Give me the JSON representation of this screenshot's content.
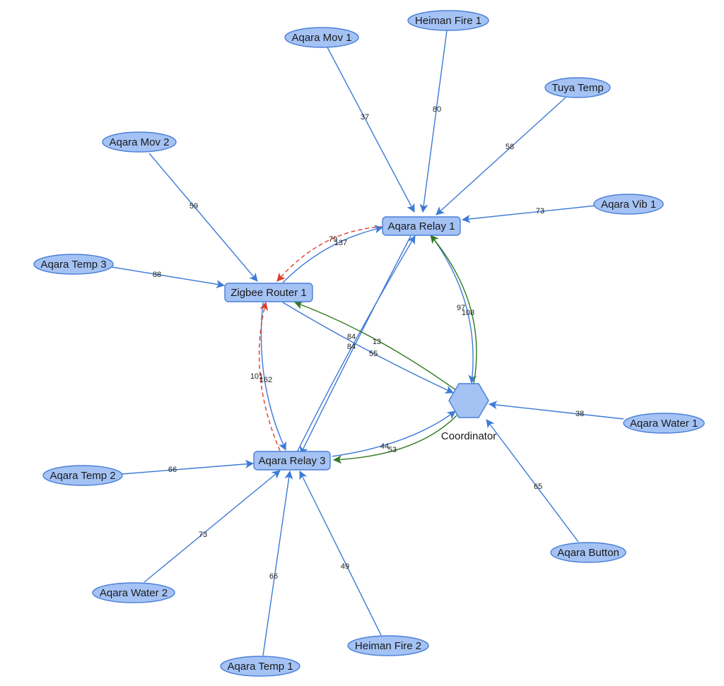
{
  "colors": {
    "node_fill": "#a4c2f4",
    "node_stroke": "#4a7fd8",
    "link_blue": "#3d7ad6",
    "link_green": "#2f7a1f",
    "link_red": "#e03a2f"
  },
  "nodes": [
    {
      "id": "coordinator",
      "label": "Coordinator",
      "shape": "hexagon"
    },
    {
      "id": "relay1",
      "label": "Aqara Relay 1",
      "shape": "router"
    },
    {
      "id": "router1",
      "label": "Zigbee Router 1",
      "shape": "router"
    },
    {
      "id": "relay3",
      "label": "Aqara Relay 3",
      "shape": "router"
    },
    {
      "id": "mov1",
      "label": "Aqara Mov 1",
      "shape": "end"
    },
    {
      "id": "fire1",
      "label": "Heiman Fire 1",
      "shape": "end"
    },
    {
      "id": "tuya",
      "label": "Tuya Temp",
      "shape": "end"
    },
    {
      "id": "vib1",
      "label": "Aqara Vib 1",
      "shape": "end"
    },
    {
      "id": "mov2",
      "label": "Aqara Mov 2",
      "shape": "end"
    },
    {
      "id": "temp3",
      "label": "Aqara Temp 3",
      "shape": "end"
    },
    {
      "id": "water1",
      "label": "Aqara Water 1",
      "shape": "end"
    },
    {
      "id": "button",
      "label": "Aqara Button",
      "shape": "end"
    },
    {
      "id": "temp2",
      "label": "Aqara Temp 2",
      "shape": "end"
    },
    {
      "id": "water2",
      "label": "Aqara Water 2",
      "shape": "end"
    },
    {
      "id": "temp1",
      "label": "Aqara Temp 1",
      "shape": "end"
    },
    {
      "id": "fire2",
      "label": "Heiman Fire 2",
      "shape": "end"
    }
  ],
  "links": [
    {
      "from": "mov1",
      "to": "relay1",
      "label": "37",
      "color": "blue"
    },
    {
      "from": "fire1",
      "to": "relay1",
      "label": "80",
      "color": "blue"
    },
    {
      "from": "tuya",
      "to": "relay1",
      "label": "58",
      "color": "blue"
    },
    {
      "from": "vib1",
      "to": "relay1",
      "label": "73",
      "color": "blue"
    },
    {
      "from": "mov2",
      "to": "router1",
      "label": "59",
      "color": "blue"
    },
    {
      "from": "temp3",
      "to": "router1",
      "label": "88",
      "color": "blue"
    },
    {
      "from": "water1",
      "to": "coordinator",
      "label": "38",
      "color": "blue"
    },
    {
      "from": "button",
      "to": "coordinator",
      "label": "65",
      "color": "blue"
    },
    {
      "from": "temp2",
      "to": "relay3",
      "label": "66",
      "color": "blue"
    },
    {
      "from": "water2",
      "to": "relay3",
      "label": "73",
      "color": "blue"
    },
    {
      "from": "temp1",
      "to": "relay3",
      "label": "66",
      "color": "blue"
    },
    {
      "from": "fire2",
      "to": "relay3",
      "label": "49",
      "color": "blue"
    },
    {
      "from": "router1",
      "to": "relay1",
      "label": "137",
      "color": "blue",
      "curve": "router1-relay1"
    },
    {
      "from": "relay1",
      "to": "router1",
      "label": "79",
      "color": "red",
      "dashed": true,
      "curve": "relay1-router1"
    },
    {
      "from": "router1",
      "to": "relay3",
      "label": "162",
      "color": "blue",
      "curve": "router1-relay3"
    },
    {
      "from": "relay3",
      "to": "router1",
      "label": "101",
      "color": "red",
      "dashed": true,
      "curve": "relay3-router1"
    },
    {
      "from": "relay3",
      "to": "relay1",
      "label": "84",
      "color": "blue",
      "curve": "relay3-relay1"
    },
    {
      "from": "relay1",
      "to": "relay3",
      "label": "84",
      "color": "blue",
      "curve": "relay1-relay3"
    },
    {
      "from": "router1",
      "to": "coordinator",
      "label": "55",
      "color": "blue",
      "curve": "router1-coord"
    },
    {
      "from": "coordinator",
      "to": "router1",
      "label": "13",
      "color": "green",
      "curve": "coord-router1"
    },
    {
      "from": "relay1",
      "to": "coordinator",
      "label": "97",
      "color": "blue",
      "curve": "relay1-coord"
    },
    {
      "from": "coordinator",
      "to": "relay1",
      "label": "108",
      "color": "green",
      "curve": "coord-relay1"
    },
    {
      "from": "relay3",
      "to": "coordinator",
      "label": "44",
      "color": "blue",
      "curve": "relay3-coord"
    },
    {
      "from": "coordinator",
      "to": "relay3",
      "label": "53",
      "color": "green",
      "curve": "coord-relay3"
    }
  ]
}
